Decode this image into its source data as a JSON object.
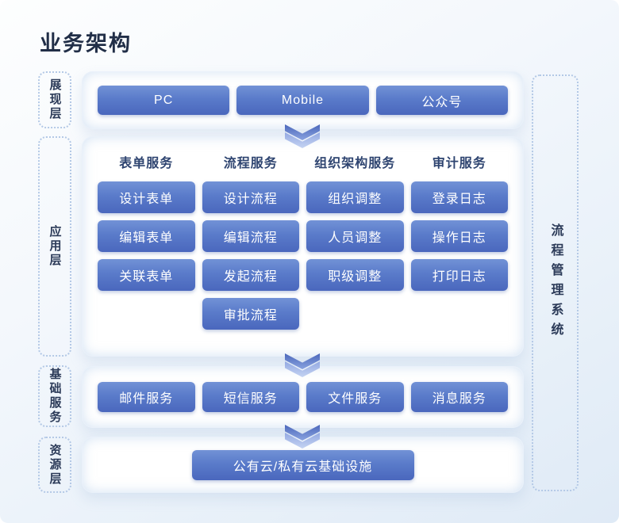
{
  "title": "业务架构",
  "colors": {
    "title_text": "#212e47",
    "header_text": "#2e4470",
    "rail_text": "#2b3a58",
    "rail_border": "#b4c9e6",
    "button_gradient_top": "#7292d6",
    "button_gradient_bottom": "#4a67bd",
    "button_text": "#ffffff",
    "arrow_dark": "#4c68bb",
    "arrow_light": "#93a9e2",
    "background_top": "#fdfefe",
    "background_bottom": "#dfeaf6"
  },
  "rails": {
    "left": [
      {
        "label": "展现层"
      },
      {
        "label": "应用层"
      },
      {
        "label": "基础服务"
      },
      {
        "label": "资源层"
      }
    ],
    "right": {
      "label": "流程管理系统"
    }
  },
  "layers": {
    "presentation": {
      "buttons": [
        "PC",
        "Mobile",
        "公众号"
      ]
    },
    "application": {
      "columns": [
        {
          "header": "表单服务",
          "buttons": [
            "设计表单",
            "编辑表单",
            "关联表单"
          ]
        },
        {
          "header": "流程服务",
          "buttons": [
            "设计流程",
            "编辑流程",
            "发起流程",
            "审批流程"
          ]
        },
        {
          "header": "组织架构服务",
          "buttons": [
            "组织调整",
            "人员调整",
            "职级调整"
          ]
        },
        {
          "header": "审计服务",
          "buttons": [
            "登录日志",
            "操作日志",
            "打印日志"
          ]
        }
      ]
    },
    "basic_services": {
      "buttons": [
        "邮件服务",
        "短信服务",
        "文件服务",
        "消息服务"
      ]
    },
    "resource": {
      "buttons": [
        "公有云/私有云基础设施"
      ]
    }
  }
}
